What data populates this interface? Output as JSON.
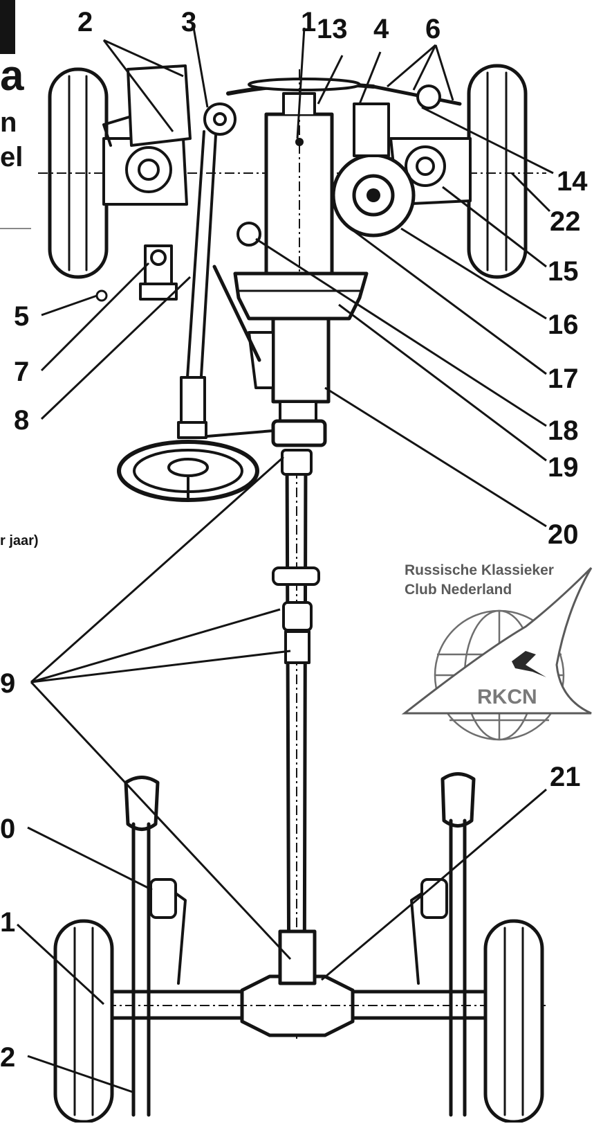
{
  "title_fragments": [
    "a",
    "n",
    "el"
  ],
  "side_note": "r jaar)",
  "logo": {
    "line1": "Russische Klassieker",
    "line2": "Club Nederland",
    "abbr": "RKCN",
    "colors": {
      "ink": "#5a5a5a",
      "accent": "#6e6e6e"
    }
  },
  "labels": [
    {
      "id": "label-1-top",
      "text": "1"
    },
    {
      "id": "label-2",
      "text": "2"
    },
    {
      "id": "label-3",
      "text": "3"
    },
    {
      "id": "label-13",
      "text": "13"
    },
    {
      "id": "label-4",
      "text": "4"
    },
    {
      "id": "label-6",
      "text": "6"
    },
    {
      "id": "label-14",
      "text": "14"
    },
    {
      "id": "label-22",
      "text": "22"
    },
    {
      "id": "label-15",
      "text": "15"
    },
    {
      "id": "label-16",
      "text": "16"
    },
    {
      "id": "label-17",
      "text": "17"
    },
    {
      "id": "label-18",
      "text": "18"
    },
    {
      "id": "label-19",
      "text": "19"
    },
    {
      "id": "label-20",
      "text": "20"
    },
    {
      "id": "label-5",
      "text": "5"
    },
    {
      "id": "label-7",
      "text": "7"
    },
    {
      "id": "label-8",
      "text": "8"
    },
    {
      "id": "label-9",
      "text": "9"
    },
    {
      "id": "label-0",
      "text": "0"
    },
    {
      "id": "label-1-bottom",
      "text": "1"
    },
    {
      "id": "label-2-bottom",
      "text": "2"
    },
    {
      "id": "label-21",
      "text": "21"
    }
  ]
}
